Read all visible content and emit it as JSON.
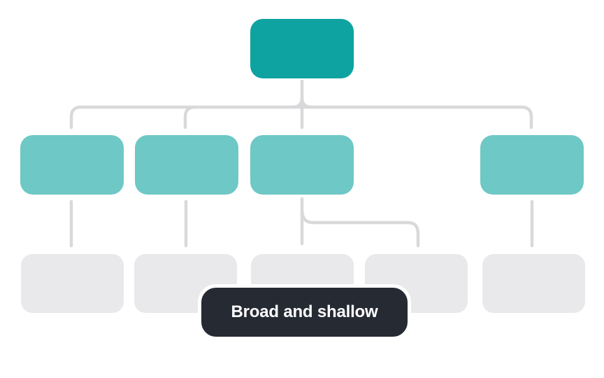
{
  "diagram": {
    "type": "tree",
    "caption": "Broad and shallow",
    "description": "Organization tree that is wide but only three levels deep",
    "levels": [
      {
        "name": "root",
        "node_count": 1
      },
      {
        "name": "children",
        "node_count": 4
      },
      {
        "name": "leaves",
        "node_count": 5
      }
    ],
    "structure": {
      "root_child_count": 4,
      "children_leaf_counts": [
        1,
        1,
        2,
        1
      ]
    }
  },
  "colors": {
    "root_node": "#0ea3a0",
    "child_node": "#6ec8c5",
    "leaf_node": "#e9e9eb",
    "connector": "#d9d9db",
    "badge_bg": "#252a33",
    "badge_text": "#ffffff",
    "badge_border": "#ffffff",
    "background": "#ffffff"
  }
}
